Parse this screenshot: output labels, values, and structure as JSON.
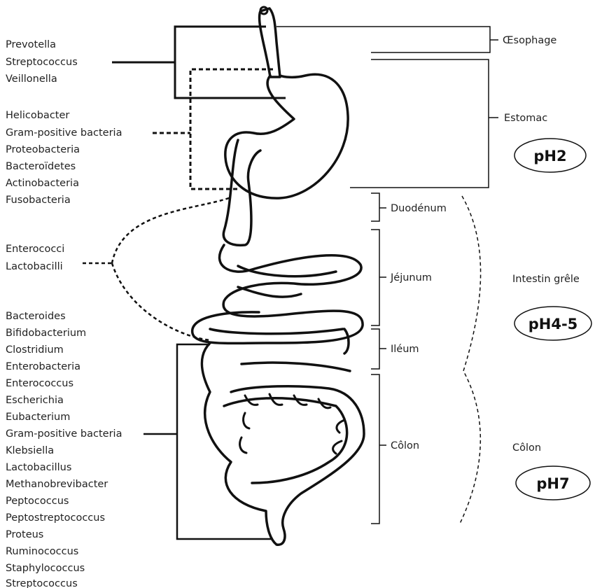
{
  "bacteria_groups": {
    "upper": [
      "Prevotella",
      "Streptococcus",
      "Veillonella"
    ],
    "stomach": [
      "Helicobacter",
      "Gram-positive bacteria",
      "Proteobacteria",
      "Bacteroïdetes",
      "Actinobacteria",
      "Fusobacteria"
    ],
    "small_intestine": [
      "Enterococci",
      "Lactobacilli"
    ],
    "colon": [
      "Bacteroides",
      "Bifidobacterium",
      "Clostridium",
      "Enterobacteria",
      "Enterococcus",
      "Escherichia",
      "Eubacterium",
      "Gram-positive bacteria",
      "Klebsiella",
      "Lactobacillus",
      "Methanobrevibacter",
      "Peptococcus",
      "Peptostreptococcus",
      "Proteus",
      "Ruminococcus",
      "Staphylococcus",
      "Streptococcus"
    ]
  },
  "segments": {
    "oesophage": "Œsophage",
    "estomac": "Estomac",
    "duodenum": "Duodénum",
    "jejunum": "Jéjunum",
    "ileum": "Iléum",
    "colon": "Côlon"
  },
  "regions": {
    "intestin_grele": "Intestin grêle",
    "colon": "Côlon"
  },
  "ph": {
    "stomach": "pH2",
    "small_intestine": "pH4-5",
    "colon": "pH7"
  }
}
